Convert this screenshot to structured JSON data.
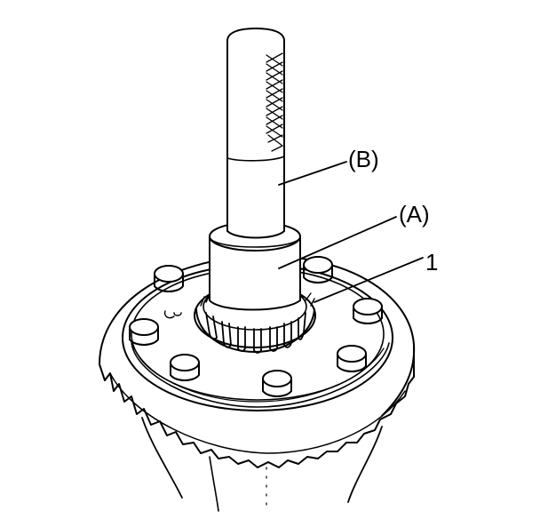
{
  "figure": {
    "callouts": {
      "tool_b": "(B)",
      "tool_a": "(A)",
      "part_1": "1"
    }
  }
}
